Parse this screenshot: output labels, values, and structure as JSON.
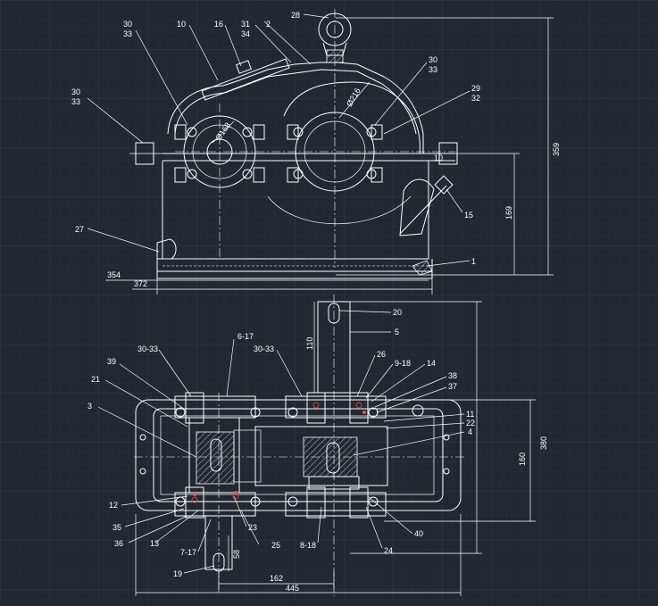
{
  "colors": {
    "background": "#212830",
    "grid_minor": "#29313b",
    "grid_major": "#323b46",
    "line": "#ffffff",
    "accent": "#ff4a4a"
  },
  "drawing": {
    "top_view": {
      "balloons": [
        "28",
        "10",
        "16",
        "30 33",
        "31 34",
        "2",
        "30 33",
        "30 33",
        "29 32",
        "27",
        "15",
        "1"
      ],
      "dimensions": [
        "359",
        "169",
        "10",
        "Ø216",
        "Ø168",
        "354",
        "372"
      ]
    },
    "bottom_view": {
      "balloons": [
        "20",
        "5",
        "30-33",
        "6-17",
        "30-33",
        "39",
        "21",
        "3",
        "26",
        "9-18",
        "14",
        "38",
        "37",
        "11",
        "22",
        "4",
        "12",
        "35",
        "36",
        "13",
        "7-17",
        "23",
        "25",
        "8-18",
        "24",
        "40",
        "19"
      ],
      "dimensions": [
        "110",
        "380",
        "160",
        "58",
        "162",
        "445"
      ]
    }
  }
}
